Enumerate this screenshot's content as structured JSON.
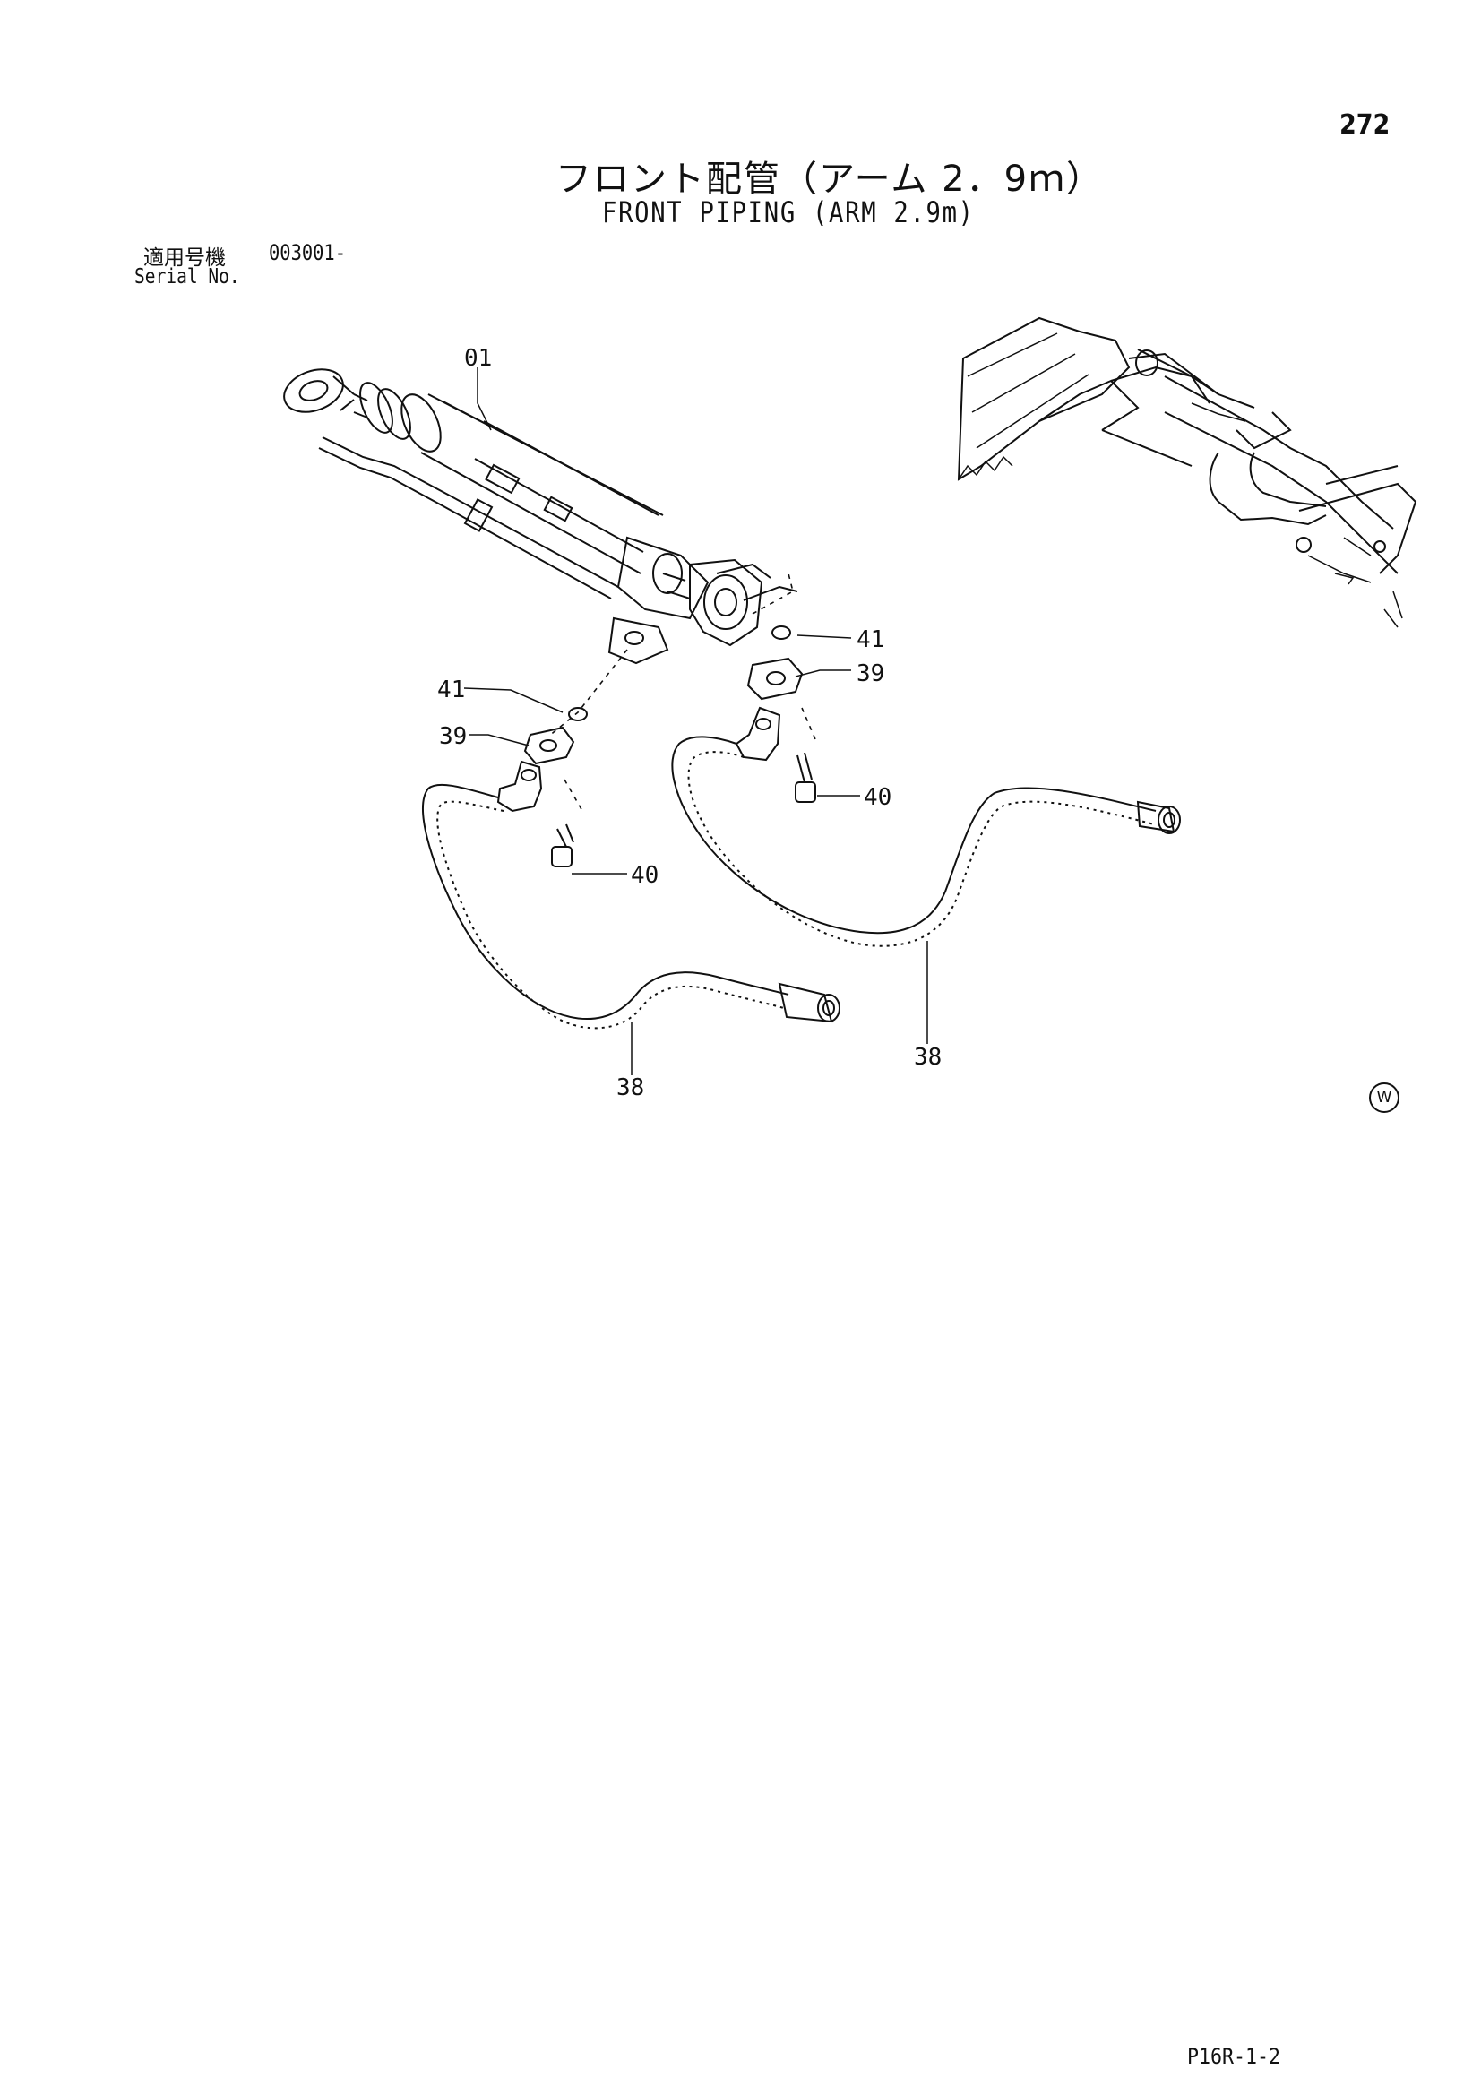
{
  "page": {
    "page_number": "272",
    "title_jp": "フロント配管（アーム 2．9ｍ）",
    "title_en": "FRONT PIPING (ARM 2.9m)",
    "serial_label_jp": "適用号機",
    "serial_number": "003001-",
    "serial_label_en": "Serial No.",
    "reference_code": "P16R-1-2",
    "watermark_glyph": "W"
  },
  "callouts": {
    "part_01": "01",
    "part_41_right": "41",
    "part_39_right": "39",
    "part_40_right": "40",
    "part_38_right": "38",
    "part_41_left": "41",
    "part_39_left": "39",
    "part_40_left": "40",
    "part_38_left": "38"
  }
}
